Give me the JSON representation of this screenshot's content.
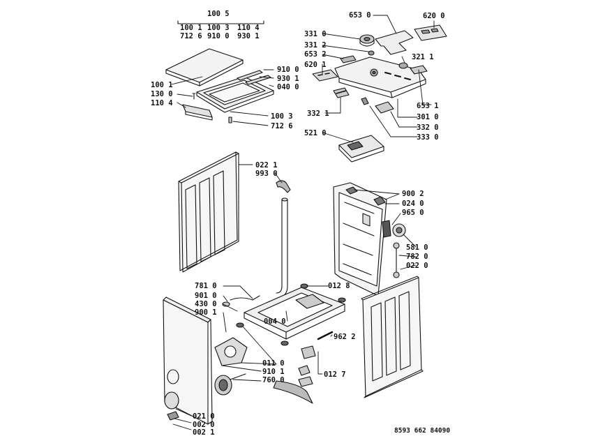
{
  "assembly_header": {
    "title": "100 5",
    "row1": [
      "100 1",
      "100 3",
      "110 4"
    ],
    "row2": [
      "712 6",
      "910 0",
      "930 1"
    ]
  },
  "labels": {
    "l6530": "653 0",
    "l6200": "620 0",
    "l3310": "331 0",
    "l3312": "331 2",
    "l6532": "653 2",
    "l3211": "321 1",
    "l6201": "620 1",
    "l6531": "653 1",
    "l3321": "332 1",
    "l3010": "301 0",
    "l3320": "332 0",
    "l3330": "333 0",
    "l5210": "521 0",
    "l9100": "910 0",
    "l9301": "930 1",
    "l0400": "040 0",
    "l1001": "100 1",
    "l1300": "130 0",
    "l1104": "110 4",
    "l1003": "100 3",
    "l7126": "712 6",
    "l0221": "022 1",
    "l9930": "993 0",
    "l9002": "900 2",
    "l0240": "024 0",
    "l9650": "965 0",
    "l5810": "581 0",
    "l7820": "782 0",
    "l0220": "022 0",
    "l7810": "781 0",
    "l9010": "901 0",
    "l4300": "430 0",
    "l9001": "900 1",
    "l0128": "012 8",
    "l0040": "004 0",
    "l9622": "962 2",
    "l0110": "011 0",
    "l9101": "910 1",
    "l7600": "760 0",
    "l0127": "012 7",
    "l0210": "021 0",
    "l0020": "002 0",
    "l0021": "002 1"
  },
  "doc_reference": "8593 662 84090"
}
